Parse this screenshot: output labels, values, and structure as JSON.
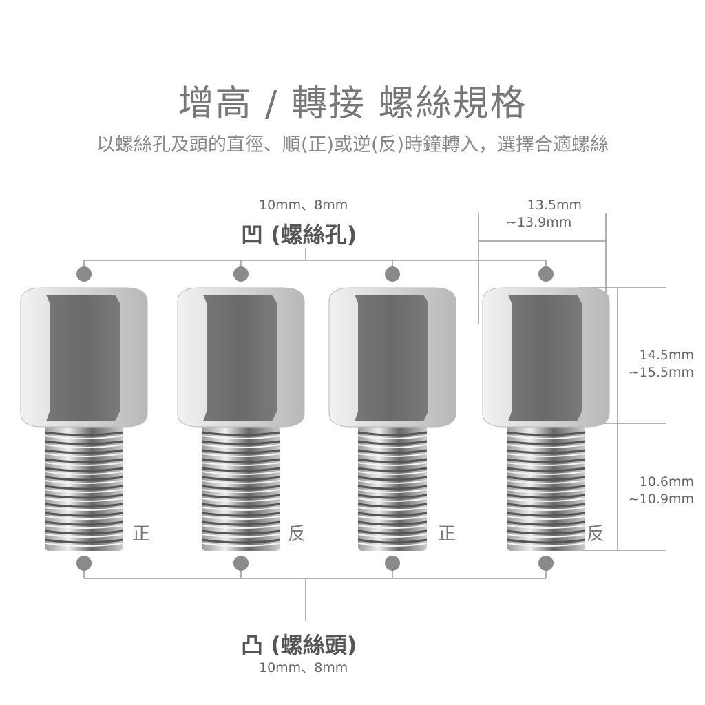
{
  "title": "增高 / 轉接 螺絲規格",
  "subtitle": "以螺絲孔及頭的直徑、順(正)或逆(反)時鐘轉入，選擇合適螺絲",
  "female": {
    "size": "10mm、8mm",
    "label": "凹 (螺絲孔)"
  },
  "male": {
    "size": "10mm、8mm",
    "label": "凸 (螺絲頭)"
  },
  "hex_width": {
    "line1": "13.5mm",
    "line2": "~13.9mm"
  },
  "hex_height": {
    "line1": "14.5mm",
    "line2": "~15.5mm"
  },
  "thread_length": {
    "line1": "10.6mm",
    "line2": "~10.9mm"
  },
  "screws": [
    {
      "direction": "正"
    },
    {
      "direction": "反"
    },
    {
      "direction": "正"
    },
    {
      "direction": "反"
    }
  ],
  "colors": {
    "line": "#999999",
    "dot": "#8a8a8a",
    "metal_dark": "#6e6e6e",
    "metal_light": "#e6e6e6"
  }
}
